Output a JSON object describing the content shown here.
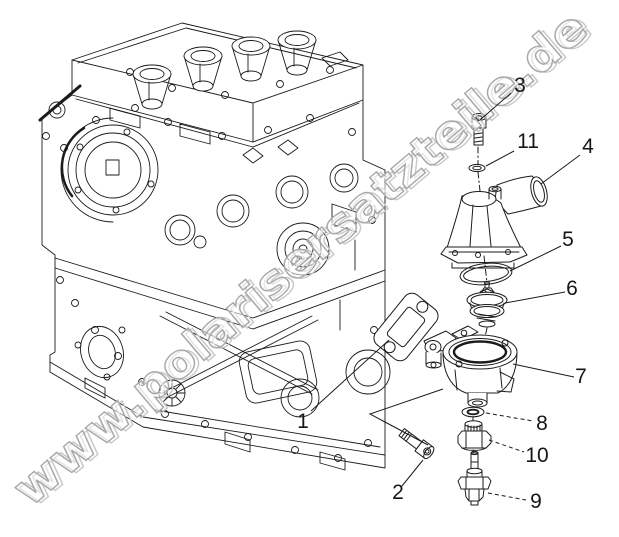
{
  "diagram": {
    "type": "exploded-parts-diagram",
    "subject": "engine thermostat housing assembly",
    "watermark": "www.polarisersatzteile.de",
    "callouts": [
      "1",
      "2",
      "3",
      "4",
      "5",
      "6",
      "7",
      "8",
      "9",
      "10",
      "11"
    ]
  },
  "colors": {
    "background": "#ffffff",
    "line": "#1b1b1b",
    "watermark_stroke": "#a8a8a8",
    "watermark_shadow": "#c9c9c9",
    "watermark_fill": "rgba(255,255,255,0.5)"
  }
}
